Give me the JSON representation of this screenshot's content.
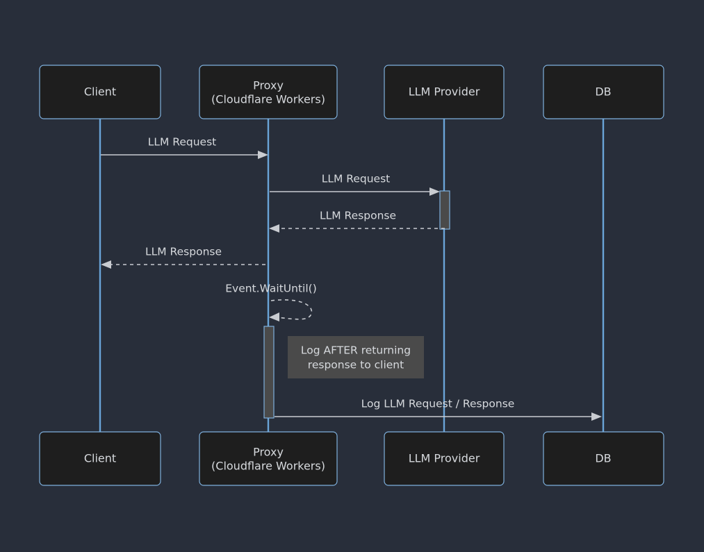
{
  "diagram": {
    "type": "sequence-diagram",
    "background_color": "#282e3a",
    "box_fill_color": "#1e1e1e",
    "box_border_color": "#7eb0dd",
    "lifeline_color": "#6aa4d8",
    "message_color": "#c9ccd1",
    "activation_fill_color": "#4a4a4a",
    "note_fill_color": "#4a4a4a",
    "text_color": "#d6d9dd",
    "participants": [
      {
        "id": "client",
        "label": "Client",
        "label_line1": "Client",
        "label_line2": ""
      },
      {
        "id": "proxy",
        "label": "Proxy (Cloudflare Workers)",
        "label_line1": "Proxy",
        "label_line2": "(Cloudflare Workers)"
      },
      {
        "id": "provider",
        "label": "LLM Provider",
        "label_line1": "LLM Provider",
        "label_line2": ""
      },
      {
        "id": "db",
        "label": "DB",
        "label_line1": "DB",
        "label_line2": ""
      }
    ],
    "messages": [
      {
        "id": "m1",
        "label": "LLM Request",
        "from": "client",
        "to": "proxy",
        "style": "solid",
        "direction": "right"
      },
      {
        "id": "m2",
        "label": "LLM Request",
        "from": "proxy",
        "to": "provider",
        "style": "solid",
        "direction": "right"
      },
      {
        "id": "m3",
        "label": "LLM Response",
        "from": "provider",
        "to": "proxy",
        "style": "dashed",
        "direction": "left"
      },
      {
        "id": "m4",
        "label": "LLM Response",
        "from": "proxy",
        "to": "client",
        "style": "dashed",
        "direction": "left"
      },
      {
        "id": "m5",
        "label": "Event.WaitUntil()",
        "from": "proxy",
        "to": "proxy",
        "style": "dashed",
        "direction": "self"
      },
      {
        "id": "m6",
        "label": "Log LLM Request / Response",
        "from": "proxy",
        "to": "db",
        "style": "solid",
        "direction": "right"
      }
    ],
    "notes": [
      {
        "id": "n1",
        "line1": "Log AFTER returning",
        "line2": "response to client",
        "over": "proxy"
      }
    ]
  }
}
